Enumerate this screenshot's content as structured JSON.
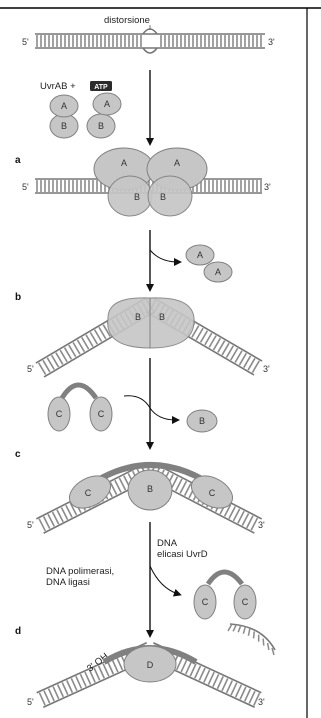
{
  "labels": {
    "distortion": "distorsione",
    "five_prime": "5'",
    "three_prime": "3'",
    "uvrab": "UvrAB +",
    "atp": "ATP",
    "helicase_line1": "DNA",
    "helicase_line2": "elicasi UvrD",
    "polymerase_line1": "DNA polimerasi,",
    "polymerase_line2": "DNA ligasi",
    "three_oh": "3' OH"
  },
  "steps": {
    "a": "a",
    "b": "b",
    "c": "c",
    "d": "d"
  },
  "subunits": {
    "A": "A",
    "B": "B",
    "C": "C",
    "D": "D"
  },
  "colors": {
    "protein_fill": "#c6c6c6",
    "protein_stroke": "#808080",
    "dna_line": "#777777",
    "dna_rung": "#8a8a8a",
    "arrow": "#111111",
    "atp_badge": "#2b2b2b",
    "frame": "#000000"
  }
}
